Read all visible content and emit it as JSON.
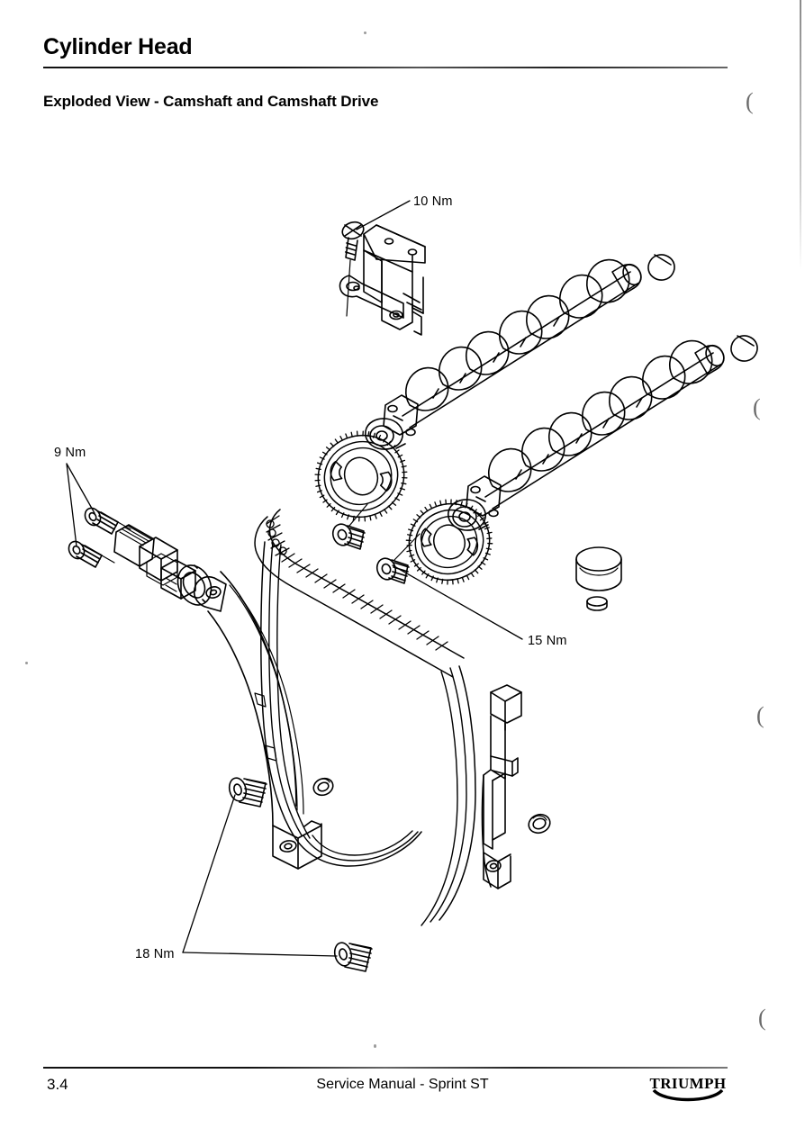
{
  "document": {
    "title": "Cylinder Head",
    "section_title": "Exploded View - Camshaft and Camshaft Drive"
  },
  "footer": {
    "page_number": "3.4",
    "manual_name": "Service Manual - Sprint ST",
    "brand": "TRIUMPH"
  },
  "callouts": [
    {
      "id": "torque-10",
      "label": "10 Nm",
      "target": "camshaft-cap-bolt"
    },
    {
      "id": "torque-9",
      "label": "9 Nm",
      "target": "chain-tensioner-bolts"
    },
    {
      "id": "torque-15",
      "label": "15 Nm",
      "target": "camshaft-sprocket-bolts"
    },
    {
      "id": "torque-18",
      "label": "18 Nm",
      "target": "chain-guide-bolts"
    }
  ],
  "parts": [
    {
      "id": "camshaft-cap",
      "name": "Camshaft cap / bracket"
    },
    {
      "id": "camshaft-cap-bolt",
      "name": "Camshaft cap bolt"
    },
    {
      "id": "camshaft-inlet",
      "name": "Inlet camshaft"
    },
    {
      "id": "camshaft-exhaust",
      "name": "Exhaust camshaft"
    },
    {
      "id": "camshaft-dowel-1",
      "name": "Camshaft end dowel"
    },
    {
      "id": "camshaft-dowel-2",
      "name": "Camshaft end dowel"
    },
    {
      "id": "sprocket-inlet",
      "name": "Inlet camshaft sprocket"
    },
    {
      "id": "sprocket-exhaust",
      "name": "Exhaust camshaft sprocket"
    },
    {
      "id": "sprocket-bolt-1",
      "name": "Camshaft sprocket bolt"
    },
    {
      "id": "sprocket-bolt-2",
      "name": "Camshaft sprocket bolt"
    },
    {
      "id": "timing-chain",
      "name": "Camshaft drive chain"
    },
    {
      "id": "chain-guide-blade",
      "name": "Chain guide blade"
    },
    {
      "id": "chain-tensioner-blade",
      "name": "Chain tensioner blade"
    },
    {
      "id": "chain-tensioner",
      "name": "Chain tensioner assembly"
    },
    {
      "id": "tensioner-gasket",
      "name": "Chain tensioner sealing washer"
    },
    {
      "id": "tensioner-bolt-1",
      "name": "Chain tensioner bolt"
    },
    {
      "id": "tensioner-bolt-2",
      "name": "Chain tensioner bolt"
    },
    {
      "id": "guide-bolt-upper",
      "name": "Chain guide bolt"
    },
    {
      "id": "guide-bolt-lower",
      "name": "Chain guide bolt"
    },
    {
      "id": "tappet-bucket",
      "name": "Tappet bucket"
    },
    {
      "id": "tappet-shim",
      "name": "Tappet shim"
    },
    {
      "id": "blade-collar",
      "name": "Tensioner blade collar"
    }
  ],
  "style": {
    "ink": "#000000",
    "paper": "#ffffff",
    "artifact": "#6a6a6a"
  }
}
